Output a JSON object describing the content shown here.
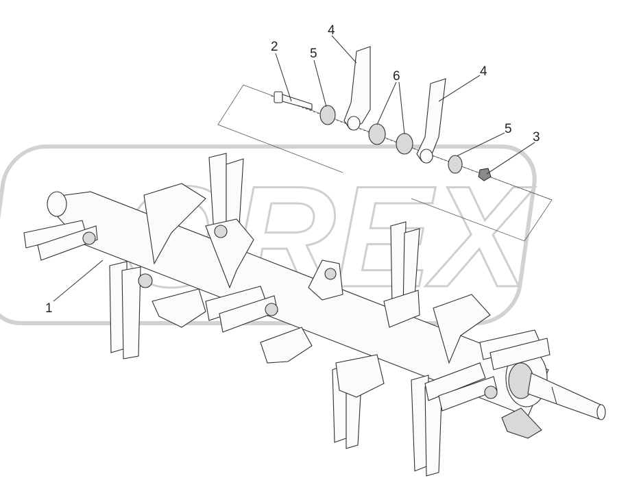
{
  "watermark": {
    "text": "OREX"
  },
  "callouts": [
    {
      "id": "c1",
      "label": "1"
    },
    {
      "id": "c2",
      "label": "2"
    },
    {
      "id": "c3",
      "label": "3"
    },
    {
      "id": "c4a",
      "label": "4"
    },
    {
      "id": "c4b",
      "label": "4"
    },
    {
      "id": "c5a",
      "label": "5"
    },
    {
      "id": "c5b",
      "label": "5"
    },
    {
      "id": "c6",
      "label": "6"
    }
  ]
}
